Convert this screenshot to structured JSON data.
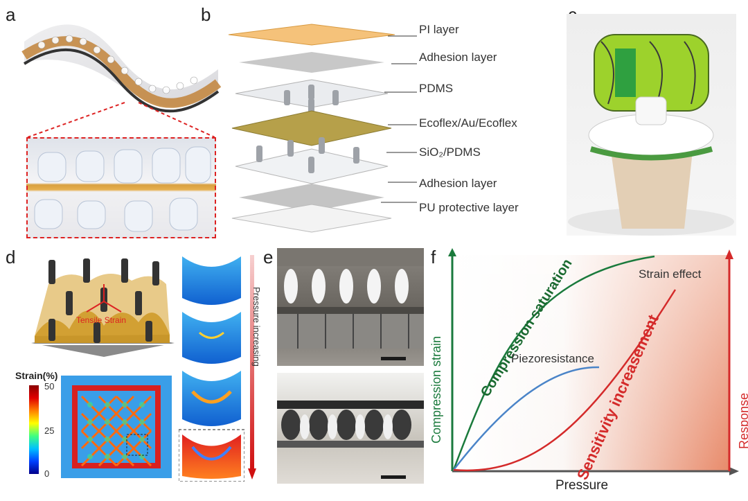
{
  "panels": {
    "a": {
      "label": "a"
    },
    "b": {
      "label": "b",
      "layers": [
        "PI layer",
        "Adhesion layer",
        "PDMS",
        "Ecoflex/Au/Ecoflex",
        "SiO₂/PDMS",
        "Adhesion layer",
        "PU protective layer"
      ]
    },
    "c": {
      "label": "c"
    },
    "d": {
      "label": "d",
      "strain_title": "Strain(%)",
      "strain_ticks": [
        "50",
        "25",
        "0"
      ],
      "tensile_text": "Tensile Strain",
      "pressure_text": "Pressure increasing"
    },
    "e": {
      "label": "e"
    },
    "f": {
      "label": "f",
      "ylabel_left": "Compression strain",
      "ylabel_right": "Response",
      "xlabel": "Pressure",
      "curve_labels": {
        "saturation": "Compression saturation",
        "piezo": "Piezoresistance",
        "strain_effect": "Strain effect",
        "sensitivity": "Sensitivity increasement"
      }
    }
  },
  "colors": {
    "green": "#1a7a3c",
    "red": "#d42a2a",
    "blue": "#4a84c8",
    "gold": "#c89a3a"
  }
}
